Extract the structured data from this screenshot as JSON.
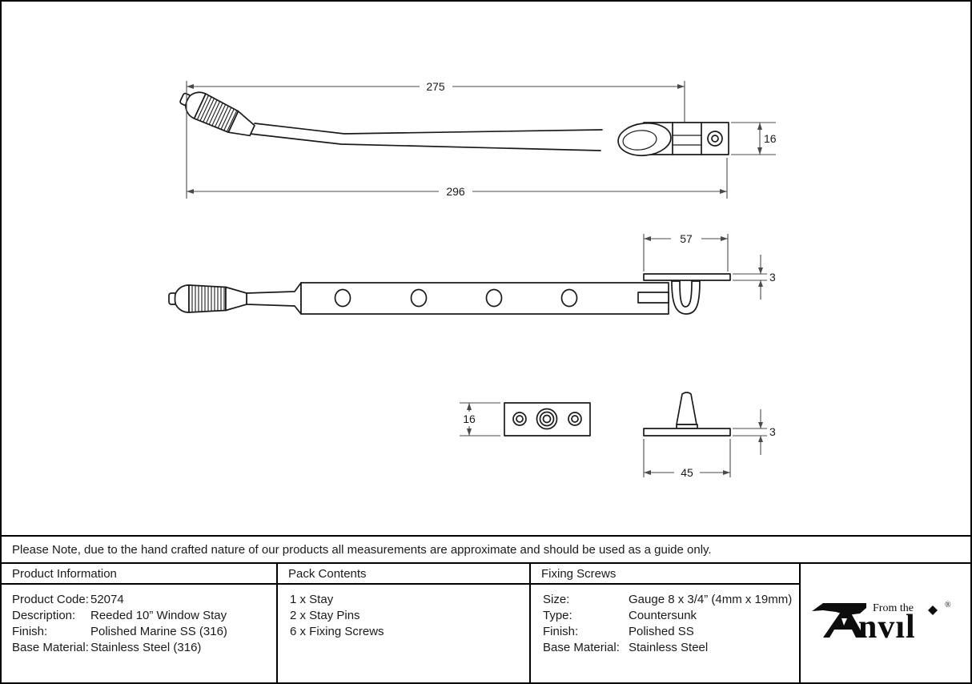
{
  "note": "Please Note, due to the hand crafted nature of our products all measurements are approximate and should be used as a guide only.",
  "drawing": {
    "side_view": {
      "open_length": "275",
      "overall_length": "296",
      "bracket_height": "16"
    },
    "plan_view": {
      "plate_length": "57",
      "plate_thickness": "3"
    },
    "pin_plate": {
      "height": "16"
    },
    "stay_pin": {
      "thickness": "3",
      "length": "45"
    }
  },
  "table": {
    "product_information": {
      "header": "Product Information",
      "rows": [
        {
          "label": "Product Code:",
          "value": "52074"
        },
        {
          "label": "Description:",
          "value": "Reeded 10” Window Stay"
        },
        {
          "label": "Finish:",
          "value": "Polished Marine SS (316)"
        },
        {
          "label": "Base Material:",
          "value": "Stainless Steel (316)"
        }
      ]
    },
    "pack_contents": {
      "header": "Pack Contents",
      "items": [
        "1 x Stay",
        "2 x Stay Pins",
        "6 x Fixing Screws"
      ]
    },
    "fixing_screws": {
      "header": "Fixing Screws",
      "rows": [
        {
          "label": "Size:",
          "value": "Gauge 8 x 3/4” (4mm x 19mm)"
        },
        {
          "label": "Type:",
          "value": "Countersunk"
        },
        {
          "label": "Finish:",
          "value": "Polished SS"
        },
        {
          "label": "Base Material:",
          "value": "Stainless Steel"
        }
      ]
    }
  },
  "logo": {
    "tagline": "From the",
    "name_suffix": "nvıl",
    "registered": "®"
  }
}
